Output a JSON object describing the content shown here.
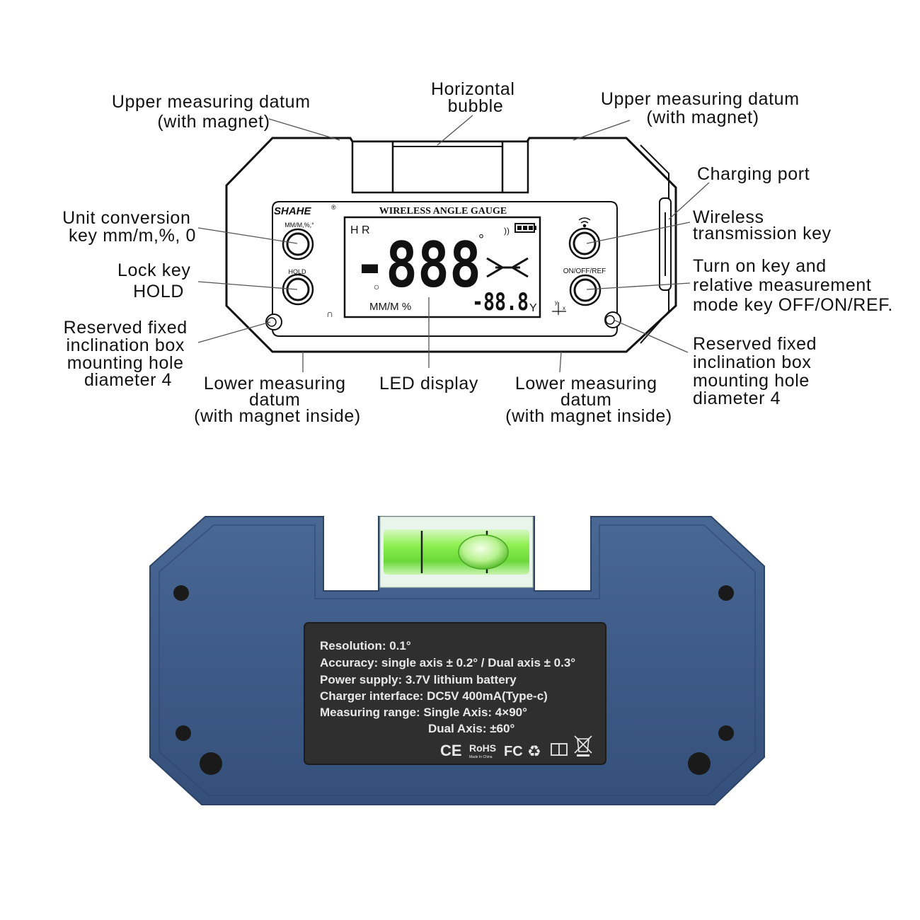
{
  "front": {
    "brand": "SHAHE",
    "brand_mark": "®",
    "device_title": "WIRELESS ANGLE GAUGE",
    "key_unit_label": "MM/M,%,°",
    "key_hold_label": "HOLD",
    "key_onoff_label": "ON/OFF/REF",
    "lcd": {
      "mode": "H R",
      "main_value": "-888",
      "degree": "°",
      "sub_value": "-88.8",
      "axis_letter": "Y",
      "unit": "MM/M %"
    }
  },
  "labels": {
    "upper_datum_left": [
      "Upper measuring datum",
      "(with magnet)"
    ],
    "horizontal_bubble": [
      "Horizontal",
      "bubble"
    ],
    "upper_datum_right": [
      "Upper measuring datum",
      "(with magnet)"
    ],
    "charging_port": "Charging port",
    "unit_key": [
      "Unit conversion",
      "key mm/m,%, 0"
    ],
    "wireless_key": [
      "Wireless",
      "transmission key"
    ],
    "lock_key": [
      "Lock key",
      "HOLD"
    ],
    "on_key": [
      "Turn on key and",
      "relative measurement",
      "mode key OFF/ON/REF."
    ],
    "hole_left": [
      "Reserved fixed",
      "inclination box",
      "mounting hole",
      "diameter 4"
    ],
    "hole_right": [
      "Reserved fixed",
      "inclination box",
      "mounting hole",
      "diameter 4"
    ],
    "lower_datum_left": [
      "Lower measuring",
      "datum",
      "(with magnet inside)"
    ],
    "led_display": "LED display",
    "lower_datum_right": [
      "Lower measuring",
      "datum",
      "(with magnet inside)"
    ]
  },
  "back_plate": {
    "lines": [
      "Resolution:  0.1°",
      "Accuracy:  single axis ± 0.2°  /  Dual axis ± 0.3°",
      "Power supply:  3.7V lithium battery",
      "Charger interface:  DC5V 400mA(Type-c)",
      "Measuring range:  Single Axis: 4×90°",
      "Dual Axis:  ±60°"
    ],
    "marks": [
      "CE",
      "RoHS",
      "Made In China",
      "FC"
    ]
  },
  "colors": {
    "housing_blue": "#3f5b86",
    "plate_dark": "#2f2f2f",
    "bubble_green": "#7fe84a"
  }
}
